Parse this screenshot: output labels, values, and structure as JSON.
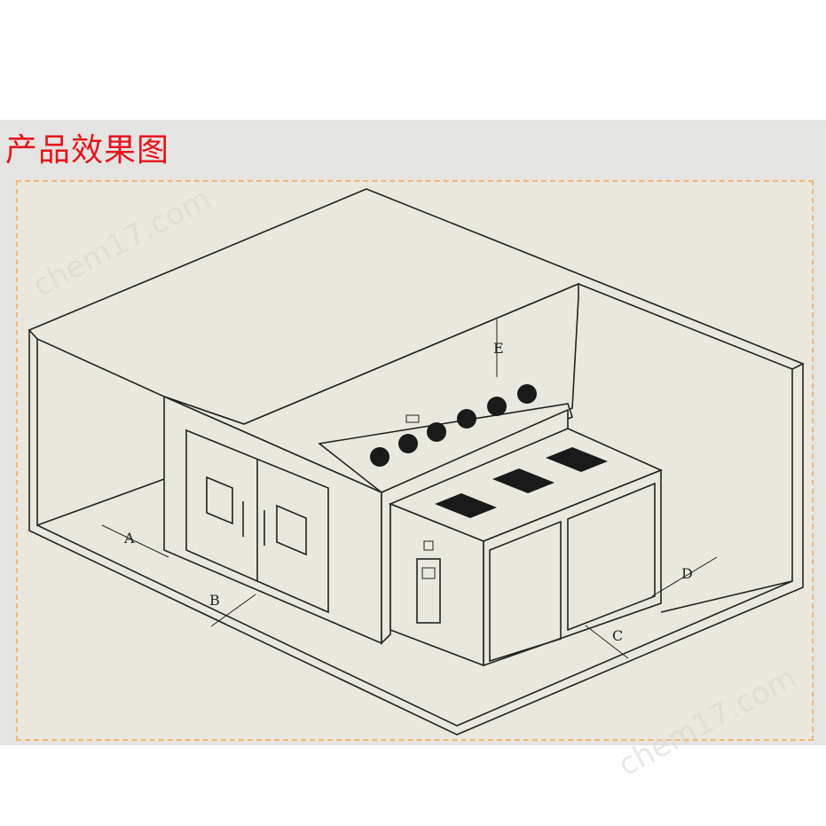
{
  "title": "产品效果图",
  "watermark": "chem17.com",
  "dimensions": {
    "a": "A",
    "b": "B",
    "c": "C",
    "d": "D",
    "e": "E"
  },
  "colors": {
    "title": "#e8141c",
    "frame_border": "#f0b878",
    "background": "#e9e8df"
  }
}
